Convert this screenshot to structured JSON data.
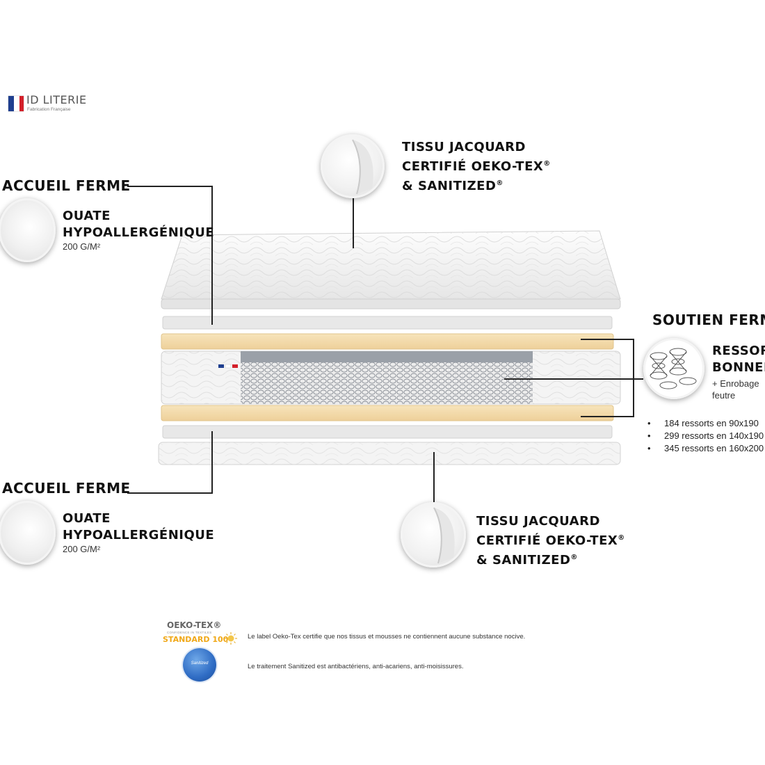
{
  "brand": {
    "name": "ID LITERIE",
    "tagline": "Fabrication Française",
    "colors": {
      "blue": "#1f3f8f",
      "red": "#d3202a"
    }
  },
  "top_cover": {
    "title_lines": [
      "TISSU JACQUARD",
      "CERTIFIÉ OEKO-TEX",
      "& SANITIZED"
    ]
  },
  "bottom_cover": {
    "title_lines": [
      "TISSU JACQUARD",
      "CERTIFIÉ OEKO-TEX",
      "& SANITIZED"
    ]
  },
  "comfort_top": {
    "heading": "ACCUEIL FERME",
    "material_lines": [
      "OUATE",
      "HYPOALLERGÉNIQUE"
    ],
    "weight": "200 G/M²"
  },
  "comfort_bottom": {
    "heading": "ACCUEIL FERME",
    "material_lines": [
      "OUATE",
      "HYPOALLERGÉNIQUE"
    ],
    "weight": "200 G/M²"
  },
  "support": {
    "heading": "SOUTIEN FERME",
    "spring_lines": [
      "RESSORTS",
      "BONNEL"
    ],
    "coating_lines": [
      "+ Enrobage",
      "feutre"
    ],
    "spring_counts": [
      "184 ressorts en 90x190",
      "299 ressorts en 140x190",
      "345 ressorts en 160x200"
    ]
  },
  "footer": {
    "oeko_brand": "OEKO-TEX®",
    "oeko_small": "CONFIDENCE IN TEXTILES",
    "oeko_standard": "STANDARD 100",
    "oeko_note": "Le label Oeko-Tex certifie que nos tissus et mousses ne contiennent aucune substance nocive.",
    "sanitized_badge": "Sanitized",
    "sanitized_note": "Le traitement Sanitized est antibactériens, anti-acariens, anti-moisissures."
  },
  "colors": {
    "foam": "#f4dba9",
    "mesh": "#8b9098",
    "fabric": "#f1f1f1",
    "line": "#222222"
  }
}
